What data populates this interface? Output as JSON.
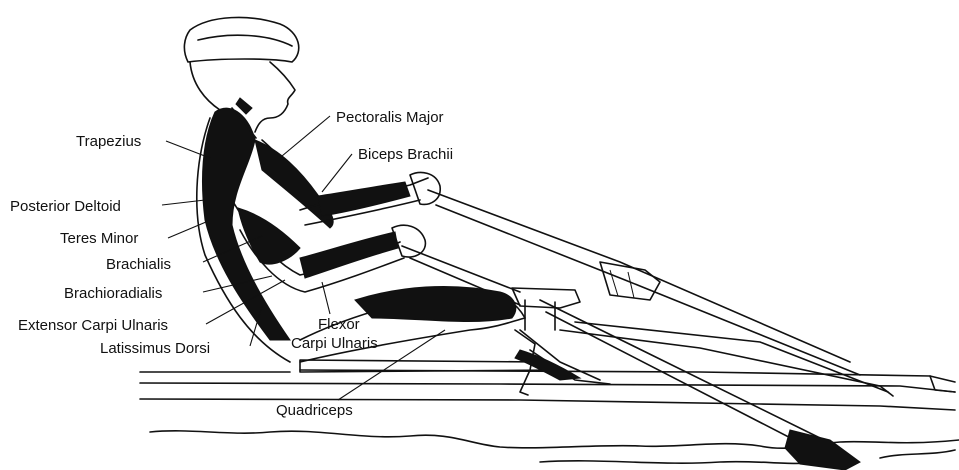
{
  "labels": {
    "trapezius": "Trapezius",
    "posterior_deltoid": "Posterior Deltoid",
    "teres_minor": "Teres Minor",
    "brachialis": "Brachialis",
    "brachioradialis": "Brachioradialis",
    "extensor_carpi_ulnaris": "Extensor Carpi Ulnaris",
    "latissimus_dorsi": "Latissimus Dorsi",
    "pectoralis_major": "Pectoralis Major",
    "biceps_brachii": "Biceps Brachii",
    "flexor_carpi_ulnaris_1": "Flexor",
    "flexor_carpi_ulnaris_2": "Carpi Ulnaris",
    "quadriceps": "Quadriceps"
  }
}
